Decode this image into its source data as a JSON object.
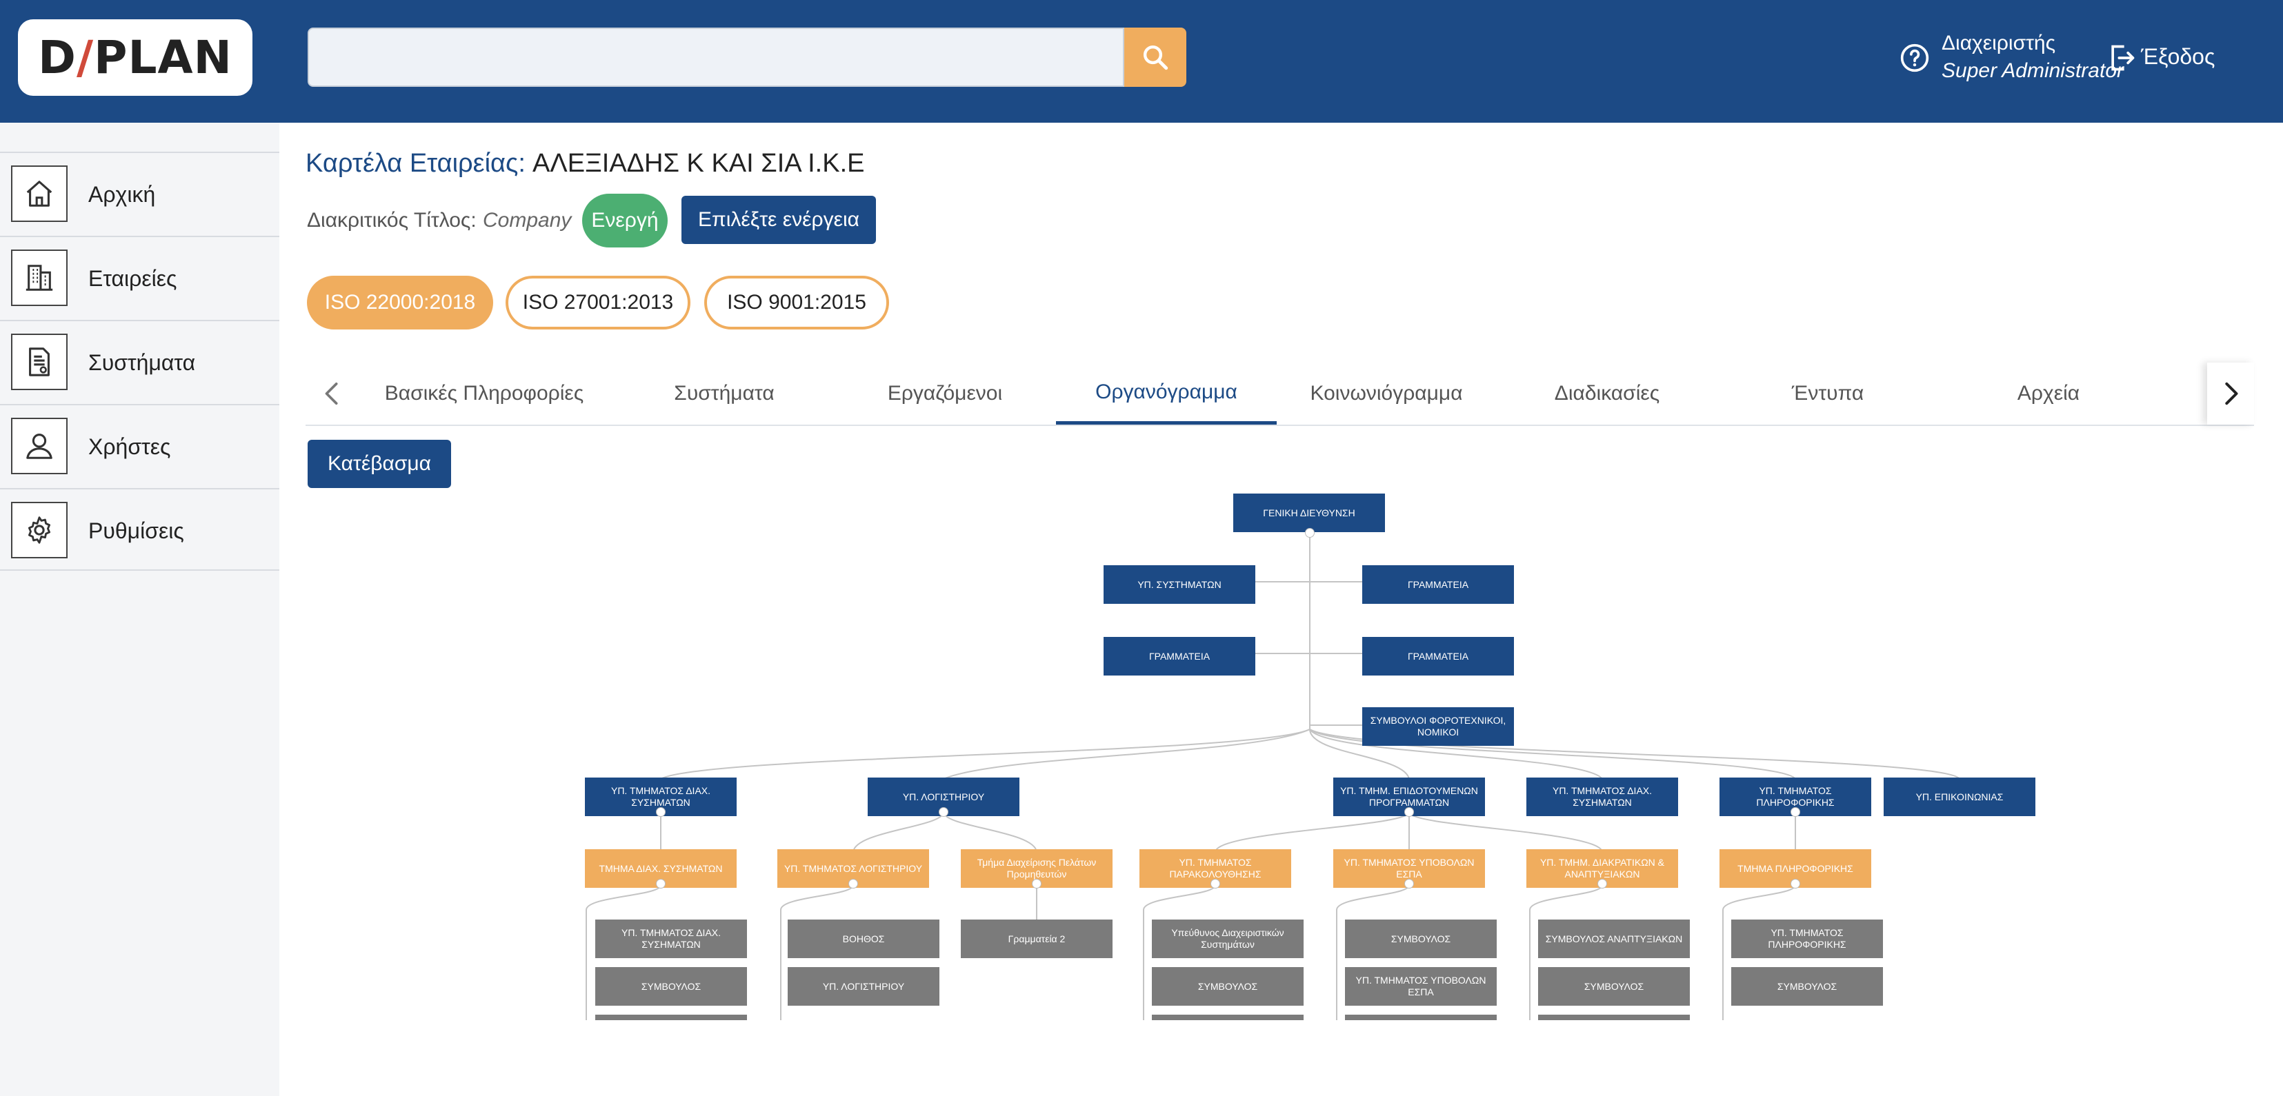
{
  "header": {
    "logo_text_a": "D",
    "logo_text_slash": "/",
    "logo_text_b": "PLAN",
    "search_placeholder": "",
    "user_role": "Διαχειριστής",
    "user_name": "Super Administrator",
    "logout_label": "Έξοδος",
    "search_icon": "search-icon",
    "help_icon": "help-icon",
    "logout_icon": "logout-icon"
  },
  "sidebar": {
    "items": [
      {
        "label": "Αρχική",
        "icon": "home-icon"
      },
      {
        "label": "Εταιρείες",
        "icon": "building-icon"
      },
      {
        "label": "Συστήματα",
        "icon": "document-icon"
      },
      {
        "label": "Χρήστες",
        "icon": "user-icon"
      },
      {
        "label": "Ρυθμίσεις",
        "icon": "gear-icon"
      }
    ]
  },
  "company": {
    "label": "Καρτέλα Εταιρείας:",
    "name": "ΑΛΕΞΙΑΔΗΣ Κ ΚΑΙ ΣΙΑ Ι.Κ.Ε",
    "distinctive_title_label": "Διακριτικός Τίτλος:",
    "distinctive_title_value": "Company",
    "status": "Ενεργή",
    "action_label": "Επιλέξτε ενέργεια"
  },
  "iso_badges": [
    "ISO 22000:2018",
    "ISO 27001:2013",
    "ISO 9001:2015"
  ],
  "tabs": [
    "Βασικές Πληροφορίες",
    "Συστήματα",
    "Εργαζόμενοι",
    "Οργανόγραμμα",
    "Κοινωνιόγραμμα",
    "Διαδικασίες",
    "Έντυπα",
    "Αρχεία"
  ],
  "active_tab": "Οργανόγραμμα",
  "download_label": "Κατέβασμα",
  "orgchart": {
    "root": "ΓΕΝΙΚΗ ΔΙΕΥΘΥΝΣΗ",
    "assistants": [
      "ΥΠ. ΣΥΣΤΗΜΑΤΩΝ",
      "ΓΡΑΜΜΑΤΕΙΑ",
      "ΓΡΑΜΜΑΤΕΙΑ",
      "ΓΡΑΜΜΑΤΕΙΑ",
      "ΣΥΜΒΟΥΛΟΙ ΦΟΡΟΤΕΧΝΙΚΟΙ, ΝΟΜΙΚΟΙ"
    ],
    "level1": [
      "ΥΠ. ΤΜΗΜΑΤΟΣ ΔΙΑΧ. ΣΥΣΗΜΑΤΩΝ",
      "ΥΠ. ΛΟΓΙΣΤΗΡΙΟΥ",
      "ΥΠ. ΤΜΗΜ. ΕΠΙΔΟΤΟΥΜΕΝΩΝ ΠΡΟΓΡΑΜΜΑΤΩΝ",
      "ΥΠ. ΤΜΗΜΑΤΟΣ ΔΙΑΧ. ΣΥΣΗΜΑΤΩΝ",
      "ΥΠ. ΤΜΗΜΑΤΟΣ ΠΛΗΡΟΦΟΡΙΚΗΣ",
      "ΥΠ. ΕΠΙΚΟΙΝΩΝΙΑΣ"
    ],
    "level2": [
      "ΤΜΗΜΑ ΔΙΑΧ. ΣΥΣΗΜΑΤΩΝ",
      "ΥΠ. ΤΜΗΜΑΤΟΣ ΛΟΓΙΣΤΗΡΙΟΥ",
      "Τμήμα Διαχείρισης Πελάτων Προμηθευτών",
      "ΥΠ. ΤΜΗΜΑΤΟΣ ΠΑΡΑΚΟΛΟΥΘΗΣΗΣ",
      "ΥΠ. ΤΜΗΜΑΤΟΣ ΥΠΟΒΟΛΩΝ ΕΣΠΑ",
      "ΥΠ. ΤΜΗΜ. ΔΙΑΚΡΑΤΙΚΩΝ & ΑΝΑΠΤΥΞΙΑΚΩΝ",
      "ΤΜΗΜΑ ΠΛΗΡΟΦΟΡΙΚΗΣ"
    ],
    "level3": [
      "ΥΠ. ΤΜΗΜΑΤΟΣ ΔΙΑΧ. ΣΥΣΗΜΑΤΩΝ",
      "ΣΥΜΒΟΥΛΟΣ",
      "ΒΟΗΘΟΣ",
      "ΥΠ. ΛΟΓΙΣΤΗΡΙΟΥ",
      "Γραμματεία 2",
      "Υπεύθυνος Διαχειριστικών Συστημάτων",
      "ΣΥΜΒΟΥΛΟΣ",
      "ΣΥΜΒΟΥΛΟΣ",
      "ΥΠ. ΤΜΗΜΑΤΟΣ ΥΠΟΒΟΛΩΝ ΕΣΠΑ",
      "ΣΥΜΒΟΥΛΟΣ ΑΝΑΠΤΥΞΙΑΚΩΝ",
      "ΣΥΜΒΟΥΛΟΣ",
      "ΥΠ. ΤΜΗΜΑΤΟΣ ΠΛΗΡΟΦΟΡΙΚΗΣ",
      "ΣΥΜΒΟΥΛΟΣ"
    ]
  },
  "colors": {
    "primary": "#1c4a85",
    "accent": "#f0ad5e",
    "success": "#4caf72",
    "node_grey": "#7b7b7b"
  }
}
